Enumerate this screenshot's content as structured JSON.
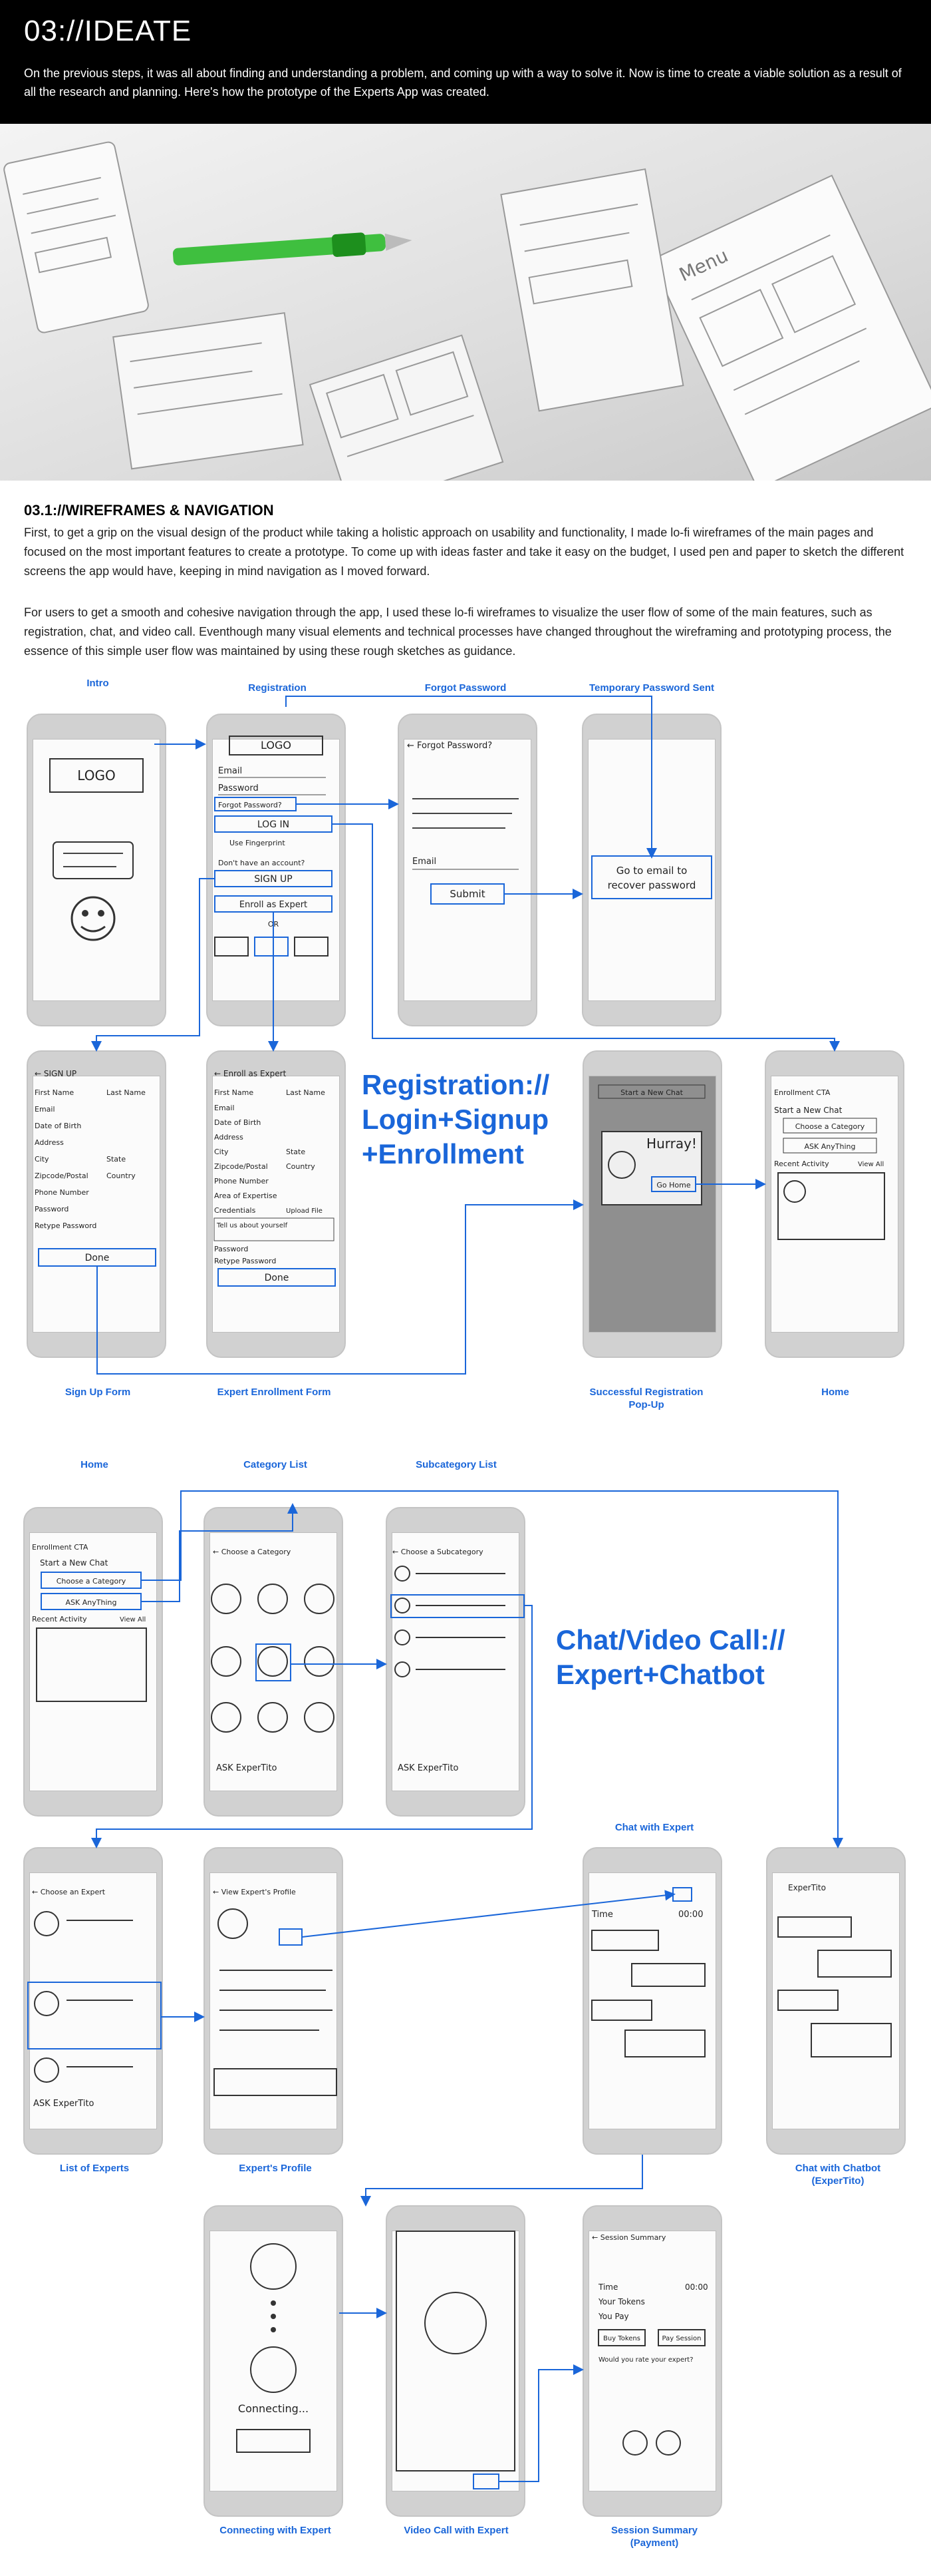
{
  "header": {
    "title": "03://IDEATE",
    "intro": "On the previous steps, it was all about finding and understanding a problem, and coming up with a way to solve it. Now is time to create a viable solution as a result of all the research and planning. Here's how the prototype of the Experts App was created."
  },
  "section": {
    "title": "03.1://WIREFRAMES & NAVIGATION",
    "para1": "First, to get a grip on the visual design of the product while taking a holistic approach on usability and functionality, I made lo-fi wireframes of the main pages and focused on the most important features to create a prototype. To come up with ideas faster and take it easy on the budget, I used pen and paper to sketch the different screens the app would have, keeping in mind navigation as I moved forward.",
    "para2": "For users to get a smooth and cohesive navigation through the app, I used these lo-fi wireframes to visualize the user flow of some of the main features, such as registration, chat, and video call. Eventhough many visual elements and technical processes have changed throughout the wireframing and prototyping process, the essence of this simple user flow was maintained by using these rough sketches as guidance."
  },
  "flow1": {
    "heading_lines": [
      "Registration://",
      "Login+Signup",
      "+Enrollment"
    ],
    "captions": [
      "Intro",
      "Registration",
      "Forgot Password",
      "Temporary Password Sent",
      "Sign Up Form",
      "Expert Enrollment Form",
      "Successful Registration\nPop-Up",
      "Home"
    ]
  },
  "flow2": {
    "heading_lines": [
      "Chat/Video Call://",
      "Expert+Chatbot"
    ],
    "captions": [
      "Home",
      "Category List",
      "Subcategory List",
      "Chat with Expert",
      "List of Experts",
      "Expert's Profile",
      "Chat with Chatbot\n(ExperTito)",
      "Connecting with Expert",
      "Video Call with Expert",
      "Session Summary\n(Payment)"
    ]
  },
  "sketch": {
    "logo": "LOGO",
    "email": "Email",
    "password": "Password",
    "forgot": "Forgot Password?",
    "login": "LOG IN",
    "fingerprint": "Use Fingerprint",
    "no_account": "Don't have an account?",
    "signup": "SIGN UP",
    "enroll": "Enroll as Expert",
    "or": "OR",
    "forgot_back": "← Forgot Password?",
    "submit": "Submit",
    "go_email": "Go to email to\nrecover password",
    "signup_back": "← SIGN UP",
    "firstname": "First Name",
    "lastname": "Last Name",
    "dob": "Date of Birth",
    "address": "Address",
    "city": "City",
    "state": "State",
    "zip": "Zipcode/Postal",
    "country": "Country",
    "phone": "Phone Number",
    "retype": "Retype Password",
    "done": "Done",
    "enroll_back": "← Enroll as Expert",
    "area": "Area of Expertise",
    "credentials": "Credentials",
    "upload": "Upload File",
    "tell": "Tell us about yourself",
    "enrollment_cta": "Enrollment CTA",
    "experttito": "ExperTito",
    "start_chat": "Start a New Chat",
    "choose_cat": "Choose a Category",
    "ask": "ASK AnyThing",
    "hurray": "Hurray!",
    "go_home": "Go Home",
    "recent": "Recent Activity",
    "view_all": "View All",
    "choose_category": "← Choose a Category",
    "choose_sub": "← Choose a Subcategory",
    "ask_tito": "ASK ExperTito",
    "choose_expert": "← Choose an Expert",
    "view_profile": "← View Expert's Profile",
    "time": "Time",
    "timer": "00:00",
    "connecting": "Connecting...",
    "summary": "← Session Summary",
    "tokens": "Your Tokens",
    "pay": "You Pay",
    "buy": "Buy Tokens",
    "pay_btn": "Pay Session",
    "rate": "Would you rate your expert?"
  }
}
